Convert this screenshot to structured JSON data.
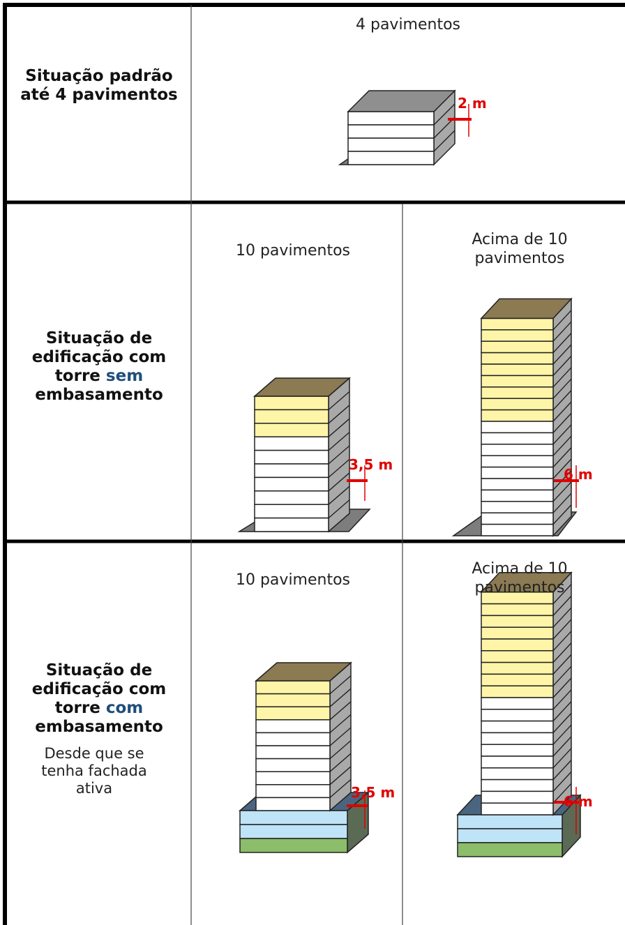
{
  "rows": [
    {
      "label": "Situação padrão até 4 pavimentos",
      "cells": [
        {
          "caption": "4 pavimentos",
          "dimension": "2 m",
          "floors_total": 4,
          "floors_recessed": 0,
          "podium": false
        }
      ]
    },
    {
      "label_before": "Situação de edificação com torre",
      "label_keyword": "sem",
      "label_after": "embasamento",
      "cells": [
        {
          "caption": "10 pavimentos",
          "dimension": "3,5 m",
          "floors_total": 10,
          "floors_recessed": 3,
          "podium": false
        },
        {
          "caption": "Acima de 10 pavimentos",
          "dimension": "6 m",
          "floors_total": 19,
          "floors_recessed": 9,
          "podium": false
        }
      ]
    },
    {
      "label_before": "Situação de edificação com torre",
      "label_keyword": "com",
      "label_after": "embasamento",
      "note": "Desde que se tenha fachada ativa",
      "cells": [
        {
          "caption": "10 pavimentos",
          "dimension": "3,5 m",
          "floors_total": 10,
          "floors_recessed": 3,
          "podium": true
        },
        {
          "caption": "Acima de 10 pavimentos",
          "dimension": "6 m",
          "floors_total": 19,
          "floors_recessed": 9,
          "podium": true
        }
      ]
    }
  ],
  "colors": {
    "roof": "#8b7a52",
    "flat_roof": "#8f8f8f",
    "recessed_floor": "#fff5a8",
    "side_face": "#a9a9a9",
    "ground": "#7d7d7d",
    "podium_top": "#4a6580",
    "podium_blue": "#bfe3f7",
    "podium_green": "#8cbd6a",
    "dimension": "#e00000",
    "keyword": "#1f4e79"
  }
}
